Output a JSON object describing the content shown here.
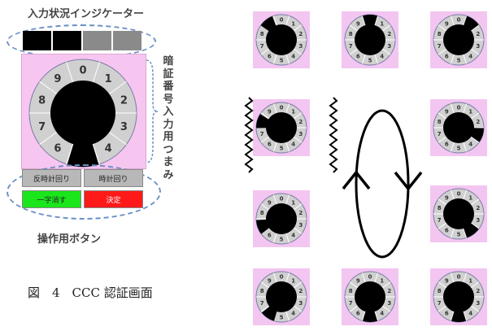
{
  "indicator_title": "入力状況インジケーター",
  "indicator_cells": [
    {
      "state": "filled",
      "color": "#000000"
    },
    {
      "state": "filled",
      "color": "#000000"
    },
    {
      "state": "empty",
      "color": "#8a8a8a"
    },
    {
      "state": "empty",
      "color": "#8a8a8a"
    }
  ],
  "dial_label_vertical": "暗証番号入力用つまみ",
  "dial_digits": [
    "0",
    "1",
    "2",
    "3",
    "4",
    "5",
    "6",
    "7",
    "8",
    "9"
  ],
  "buttons": {
    "ccw": "反時計回り",
    "cw": "時計回り",
    "back": "一字消す",
    "ok": "決定"
  },
  "ops_label": "操作用ボタン",
  "caption": "図　4　CCC 認証画面",
  "colors": {
    "tile_bg": "#f3c6f1",
    "phone_bg": "#f7c6f0",
    "dial_ring": "#d0d0d0",
    "dial_core": "#000000",
    "dashed": "#6a8fc5",
    "btn_gray": "#b8b8b8",
    "btn_green": "#1be51b",
    "btn_red": "#ff1a1a"
  },
  "tiles": [
    {
      "name": "tile-r1-c1",
      "pointer_deg": 322
    },
    {
      "name": "tile-r1-c2",
      "pointer_deg": 0
    },
    {
      "name": "tile-r1-c3",
      "pointer_deg": 36
    },
    {
      "name": "tile-r2-c1",
      "pointer_deg": 286
    },
    {
      "name": "tile-r2-c3",
      "pointer_deg": 108
    },
    {
      "name": "tile-r3-c1",
      "pointer_deg": 250
    },
    {
      "name": "tile-r3-c3",
      "pointer_deg": 144
    },
    {
      "name": "tile-r4-c1",
      "pointer_deg": 214
    },
    {
      "name": "tile-r4-c2",
      "pointer_deg": 180
    },
    {
      "name": "tile-r4-c3",
      "pointer_deg": 180
    }
  ]
}
